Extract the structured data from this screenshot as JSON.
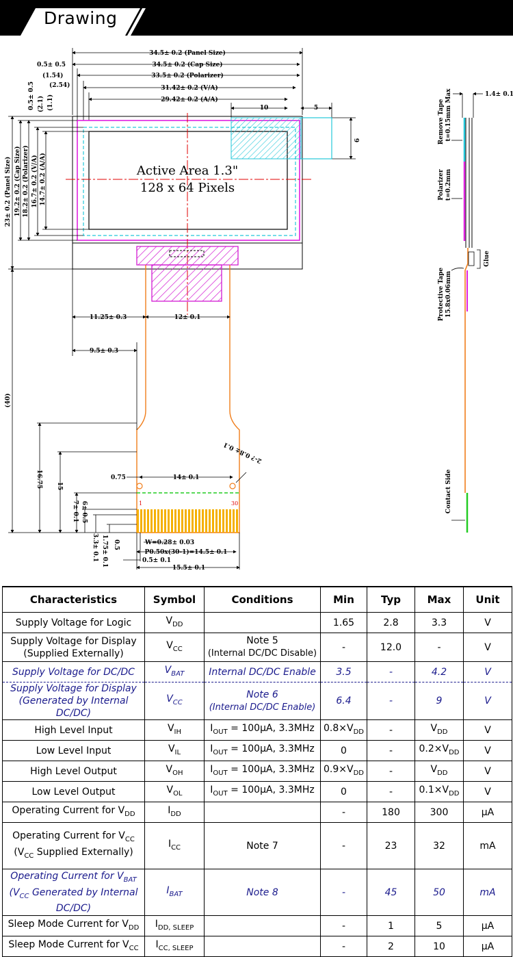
{
  "header": {
    "title": "Drawing"
  },
  "drawing": {
    "top_dims": {
      "panel_size": "34.5± 0.2 (Panel Size)",
      "cap_offset": "0.5± 0.5",
      "cap_size": "34.5± 0.2 (Cap Size)",
      "d154": "(1.54)",
      "polarizer": "33.5± 0.2 (Polarizer)",
      "d254": "(2.54)",
      "va": "31.42± 0.2 (V/A)",
      "aa": "29.42± 0.2 (A/A)",
      "d10": "10",
      "d5": "5",
      "d9": "9"
    },
    "left_dims": {
      "panel": "23± 0.2 (Panel Size)",
      "cap": "19.2± 0.2 (Cap Size)",
      "polarizer": "18.2± 0.2 (Polarizer)",
      "va": "16.7± 0.2 (V/A)",
      "aa": "14.7± 0.2 (A/A)",
      "d05": "0.5± 0.5",
      "d21": "(2.1)",
      "d11": "(1.1)",
      "d40": "(40)"
    },
    "active_area": {
      "line1": "Active Area 1.3\"",
      "line2": "128 x 64 Pixels"
    },
    "fpc_dims": {
      "d1125": "11.25± 0.3",
      "d12": "12± 0.1",
      "d95": "9.5± 0.3",
      "d075": "0.75",
      "d14": "14± 0.1",
      "hole": "2-? 0.8± 0.1",
      "d1675": "16.75",
      "d15": "15",
      "d7": "7± 0.1",
      "d6": "6± 0.5",
      "d33": "3.3± 0.1",
      "d175": "1.75± 0.1",
      "d05b": "0.5",
      "pin1": "1",
      "pin30": "30",
      "width": "W=0.28± 0.03",
      "pitch": "P0.50x(30-1)=14.5± 0.1",
      "d05c": "0.5± 0.1",
      "d155": "15.5± 0.1"
    },
    "side_view": {
      "thickness": "1.4± 0.1",
      "remove_tape": "Remove Tape",
      "remove_tape_t": "t=0.15mm Max",
      "polarizer": "Polarizer",
      "polarizer_t": "t=0.2mm",
      "glue": "Glue",
      "protective_tape": "Protective Tape",
      "protective_tape_size": "15.8x0.06mm",
      "contact_side": "Contact Side"
    }
  },
  "table": {
    "headers": [
      "Characteristics",
      "Symbol",
      "Conditions",
      "Min",
      "Typ",
      "Max",
      "Unit"
    ],
    "rows": [
      {
        "c1": "Supply Voltage for Logic",
        "sym": "V",
        "sub": "DD",
        "cond": "",
        "cond2": "",
        "min": "1.65",
        "typ": "2.8",
        "max": "3.3",
        "unit": "V"
      },
      {
        "c1": "Supply Voltage for Display",
        "c2": "(Supplied Externally)",
        "sym": "V",
        "sub": "CC",
        "cond": "Note 5",
        "cond2": "(Internal DC/DC Disable)",
        "min": "-",
        "typ": "12.0",
        "max": "-",
        "unit": "V"
      },
      {
        "c1": "Supply Voltage for DC/DC",
        "sym": "V",
        "sub": "BAT",
        "cond": "Internal DC/DC Enable",
        "min": "3.5",
        "typ": "-",
        "max": "4.2",
        "unit": "V"
      },
      {
        "c1": "Supply Voltage for Display",
        "c2": "(Generated by Internal DC/DC)",
        "sym": "V",
        "sub": "CC",
        "cond": "Note 6",
        "cond2": "(Internal DC/DC Enable)",
        "min": "6.4",
        "typ": "-",
        "max": "9",
        "unit": "V"
      },
      {
        "c1": "High Level Input",
        "sym": "V",
        "sub": "IH",
        "cond": "I",
        "condsub": "OUT",
        "condrest": " = 100μA, 3.3MHz",
        "min": "0.8×V",
        "minsub": "DD",
        "typ": "-",
        "max": "V",
        "maxsub": "DD",
        "unit": "V"
      },
      {
        "c1": "Low Level Input",
        "sym": "V",
        "sub": "IL",
        "cond": "I",
        "condsub": "OUT",
        "condrest": " = 100μA, 3.3MHz",
        "min": "0",
        "typ": "-",
        "max": "0.2×V",
        "maxsub": "DD",
        "unit": "V"
      },
      {
        "c1": "High Level Output",
        "sym": "V",
        "sub": "OH",
        "cond": "I",
        "condsub": "OUT",
        "condrest": " = 100μA, 3.3MHz",
        "min": "0.9×V",
        "minsub": "DD",
        "typ": "-",
        "max": "V",
        "maxsub": "DD",
        "unit": "V"
      },
      {
        "c1": "Low Level Output",
        "sym": "V",
        "sub": "OL",
        "cond": "I",
        "condsub": "OUT",
        "condrest": " = 100μA, 3.3MHz",
        "min": "0",
        "typ": "-",
        "max": "0.1×V",
        "maxsub": "DD",
        "unit": "V"
      },
      {
        "c1": "Operating Current for V",
        "c1sub": "DD",
        "sym": "I",
        "sub": "DD",
        "cond": "",
        "min": "-",
        "typ": "180",
        "max": "300",
        "unit": "μA"
      },
      {
        "c1": "Operating Current for V",
        "c1sub": "CC",
        "c2": "(V",
        "c2sub": "CC",
        "c2rest": " Supplied Externally)",
        "sym": "I",
        "sub": "CC",
        "cond": "Note 7",
        "min": "-",
        "typ": "23",
        "max": "32",
        "unit": "mA"
      },
      {
        "c1": "Operating Current for V",
        "c1sub": "BAT",
        "c2": "(V",
        "c2sub": "CC",
        "c2rest": " Generated by Internal DC/DC)",
        "sym": "I",
        "sub": "BAT",
        "cond": "Note 8",
        "min": "-",
        "typ": "45",
        "max": "50",
        "unit": "mA"
      },
      {
        "c1": "Sleep Mode Current for V",
        "c1sub": "DD",
        "sym": "I",
        "sub": "DD, SLEEP",
        "cond": "",
        "min": "-",
        "typ": "1",
        "max": "5",
        "unit": "μA"
      },
      {
        "c1": "Sleep Mode Current for V",
        "c1sub": "CC",
        "sym": "I",
        "sub": "CC, SLEEP",
        "cond": "",
        "min": "-",
        "typ": "2",
        "max": "10",
        "unit": "μA"
      }
    ]
  }
}
